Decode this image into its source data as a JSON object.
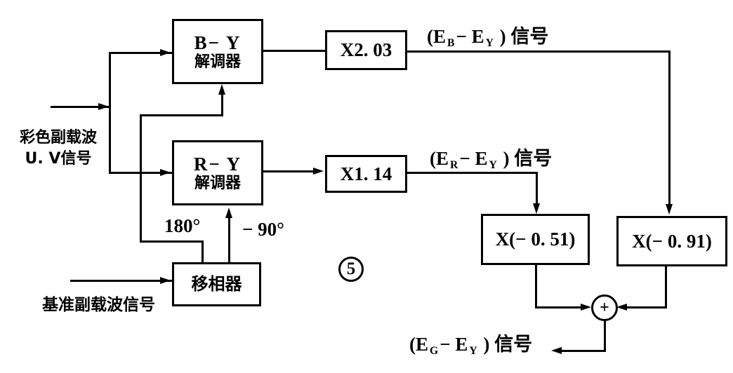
{
  "diagram": {
    "figure_number": "5",
    "boxes": {
      "by_demodulator": {
        "line1": "B− Y",
        "line2": "解调器"
      },
      "ry_demodulator": {
        "line1": "R− Y",
        "line2": "解调器"
      },
      "phase_shifter": {
        "label": "移相器"
      },
      "gain_2_03": {
        "label": "X2. 03"
      },
      "gain_1_14": {
        "label": "X1. 14"
      },
      "gain_neg_0_51": {
        "label": "X(− 0. 51)"
      },
      "gain_neg_0_91": {
        "label": "X(− 0. 91)"
      }
    },
    "inputs": {
      "chroma": {
        "line1": "彩色副载波",
        "line2": "U. V信号"
      },
      "reference": {
        "label": "基准副载波信号"
      }
    },
    "phase_annotations": {
      "to_by_demodulator": "180°",
      "to_ry_demodulator": "− 90°"
    },
    "signals": {
      "eb_ey": {
        "open": "(E",
        "sub1": "B",
        "mid": "− E",
        "sub2": "Y",
        "close": " ) 信号"
      },
      "er_ey": {
        "open": "(E",
        "sub1": "R",
        "mid": "− E",
        "sub2": "Y",
        "close": " ) 信号"
      },
      "eg_ey": {
        "open": "(E",
        "sub1": "G",
        "mid": "− E",
        "sub2": "Y",
        "close": " ) 信号"
      }
    },
    "adder": {
      "symbol": "+"
    },
    "colors": {
      "ink": "#000000",
      "background": "#ffffff"
    }
  }
}
